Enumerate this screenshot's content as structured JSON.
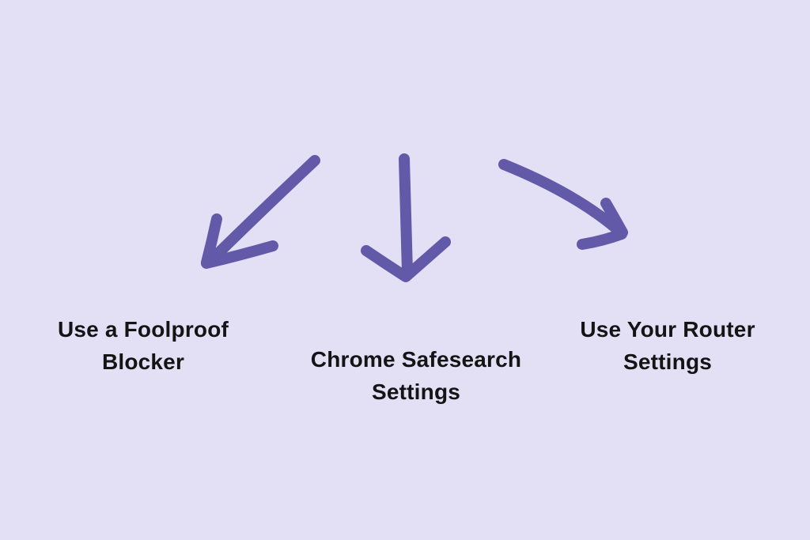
{
  "colors": {
    "background": "#e3e0f5",
    "arrow": "#625aa8",
    "text": "#141414"
  },
  "labels": {
    "left": {
      "line1": "Use a Foolproof",
      "line2": "Blocker"
    },
    "center": {
      "line1": "Chrome Safesearch",
      "line2": "Settings"
    },
    "right": {
      "line1": "Use Your Router",
      "line2": "Settings"
    }
  },
  "icons": {
    "left_arrow": "arrow-down-left",
    "center_arrow": "arrow-down",
    "right_arrow": "arrow-down-right"
  }
}
